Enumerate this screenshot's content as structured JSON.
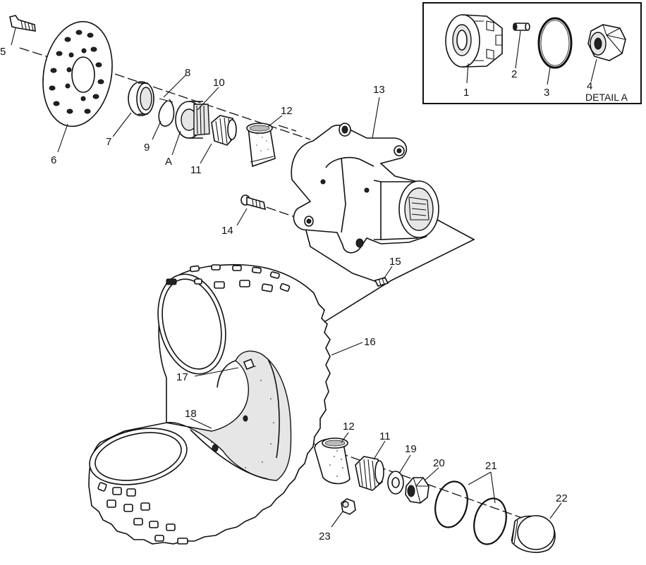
{
  "figure": {
    "detail_title": "DETAIL A"
  },
  "callouts": {
    "c1": "1",
    "c2": "2",
    "c3": "3",
    "c4": "4",
    "c5": "5",
    "c6": "6",
    "c7": "7",
    "c8": "8",
    "c9": "9",
    "cA": "A",
    "c10": "10",
    "c11a": "11",
    "c12a": "12",
    "c13": "13",
    "c14": "14",
    "c15": "15",
    "c16": "16",
    "c17": "17",
    "c18": "18",
    "c12b": "12",
    "c11b": "11",
    "c19": "19",
    "c20": "20",
    "c21": "21",
    "c22": "22",
    "c23": "23"
  }
}
